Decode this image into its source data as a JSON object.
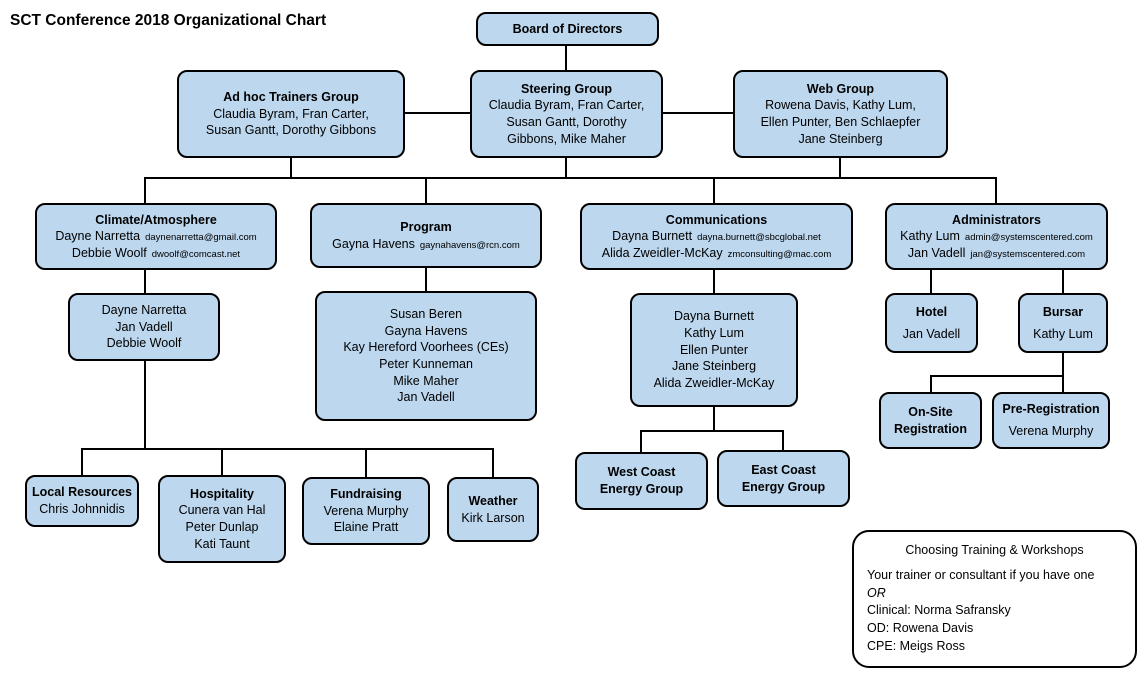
{
  "page_title": "SCT Conference 2018 Organizational Chart",
  "colors": {
    "node_fill": "#bdd7ee",
    "node_border": "#000000"
  },
  "nodes": {
    "board": {
      "title": "Board of Directors"
    },
    "adhoc": {
      "title": "Ad hoc Trainers Group",
      "members": [
        "Claudia Byram, Fran Carter,",
        "Susan Gantt, Dorothy Gibbons"
      ]
    },
    "steering": {
      "title": "Steering Group",
      "members": [
        "Claudia Byram, Fran Carter,",
        "Susan Gantt, Dorothy",
        "Gibbons, Mike Maher"
      ]
    },
    "web": {
      "title": "Web Group",
      "members": [
        "Rowena Davis, Kathy Lum,",
        "Ellen Punter, Ben Schlaepfer",
        "Jane Steinberg"
      ]
    },
    "climate": {
      "title": "Climate/Atmosphere",
      "contacts": [
        {
          "name": "Dayne Narretta",
          "email": "daynenarretta@gmail.com"
        },
        {
          "name": "Debbie Woolf",
          "email": "dwoolf@comcast.net"
        }
      ]
    },
    "program": {
      "title": "Program",
      "contacts": [
        {
          "name": "Gayna Havens",
          "email": "gaynahavens@rcn.com"
        }
      ]
    },
    "communications": {
      "title": "Communications",
      "contacts": [
        {
          "name": "Dayna Burnett",
          "email": "dayna.burnett@sbcglobal.net"
        },
        {
          "name": "Alida Zweidler-McKay",
          "email": "zmconsulting@mac.com"
        }
      ]
    },
    "administrators": {
      "title": "Administrators",
      "contacts": [
        {
          "name": "Kathy Lum",
          "email": "admin@systemscentered.com"
        },
        {
          "name": "Jan Vadell",
          "email": "jan@systemscentered.com"
        }
      ]
    },
    "climate_team": {
      "members": [
        "Dayne Narretta",
        "Jan Vadell",
        "Debbie Woolf"
      ]
    },
    "program_team": {
      "members": [
        "Susan Beren",
        "Gayna Havens",
        "Kay Hereford Voorhees (CEs)",
        "Peter Kunneman",
        "Mike Maher",
        "Jan Vadell"
      ]
    },
    "communications_team": {
      "members": [
        "Dayna Burnett",
        "Kathy Lum",
        "Ellen Punter",
        "Jane Steinberg",
        "Alida Zweidler-McKay"
      ]
    },
    "hotel": {
      "title": "Hotel",
      "members": [
        "Jan Vadell"
      ]
    },
    "bursar": {
      "title": "Bursar",
      "members": [
        "Kathy Lum"
      ]
    },
    "onsite_registration": {
      "title_lines": [
        "On-Site",
        "Registration"
      ]
    },
    "pre_registration": {
      "title": "Pre-Registration",
      "members": [
        "Verena Murphy"
      ]
    },
    "local_resources": {
      "title": "Local Resources",
      "members": [
        "Chris Johnnidis"
      ]
    },
    "hospitality": {
      "title": "Hospitality",
      "members": [
        "Cunera van Hal",
        "Peter Dunlap",
        "Kati Taunt"
      ]
    },
    "fundraising": {
      "title": "Fundraising",
      "members": [
        "Verena Murphy",
        "Elaine Pratt"
      ]
    },
    "weather": {
      "title": "Weather",
      "members": [
        "Kirk Larson"
      ]
    },
    "west_coast": {
      "title_lines": [
        "West Coast",
        "Energy Group"
      ]
    },
    "east_coast": {
      "title_lines": [
        "East Coast",
        "Energy Group"
      ]
    }
  },
  "note": {
    "title": "Choosing Training & Workshops",
    "lines": [
      "Your trainer or consultant if you have one",
      "OR",
      "Clinical: Norma Safransky",
      "OD: Rowena Davis",
      "CPE: Meigs Ross"
    ]
  }
}
